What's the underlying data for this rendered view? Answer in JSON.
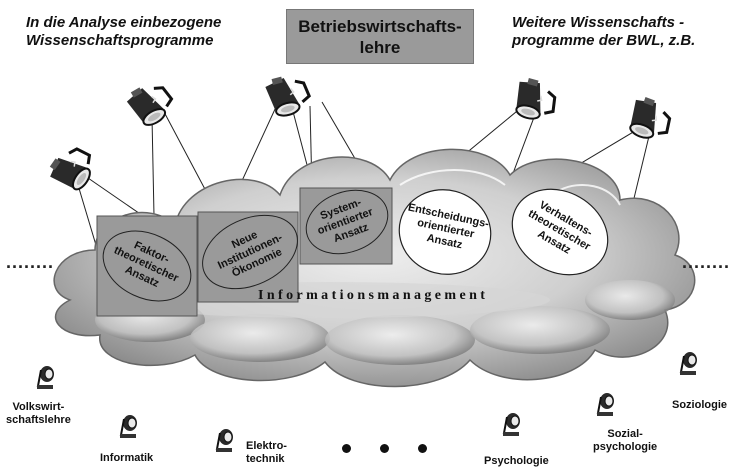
{
  "header": {
    "left": [
      "In die Analyse einbezogene",
      "Wissenschaftsprogramme"
    ],
    "center": [
      "Betriebswirtschafts-",
      "lehre"
    ],
    "right": [
      "Weitere Wissenschafts -",
      "programme der BWL, z.B."
    ]
  },
  "cloud_label": "Informationsmanagement",
  "side_dots": "........",
  "programs": [
    {
      "lines": [
        "Faktor-",
        "theoretischer",
        "Ansatz"
      ]
    },
    {
      "lines": [
        "Neue",
        "Institutionen-",
        "Ökonomie"
      ]
    },
    {
      "lines": [
        "System-",
        "orientierter",
        "Ansatz"
      ]
    },
    {
      "lines": [
        "Entscheidungs-",
        "orientierter",
        "Ansatz"
      ]
    },
    {
      "lines": [
        "Verhaltens-",
        "theoretischer",
        "Ansatz"
      ]
    }
  ],
  "disciplines": [
    {
      "lines": [
        "Volkswirt-",
        "schaftslehre"
      ]
    },
    {
      "lines": [
        "Informatik"
      ]
    },
    {
      "lines": [
        "Elektro-",
        "technik"
      ]
    },
    {
      "lines": [
        "Psychologie"
      ]
    },
    {
      "lines": [
        "Sozial-",
        "psychologie"
      ]
    },
    {
      "lines": [
        "Soziologie"
      ]
    }
  ],
  "colors": {
    "box": "#9a9a9a",
    "cloud": "#c9c9c9",
    "cloud_dark": "#8e8e8e",
    "ink": "#111111"
  },
  "icons": {
    "spotlight": "spotlight-icon",
    "lamp": "desk-lamp-icon",
    "ellipsis": "ellipsis-dots"
  }
}
